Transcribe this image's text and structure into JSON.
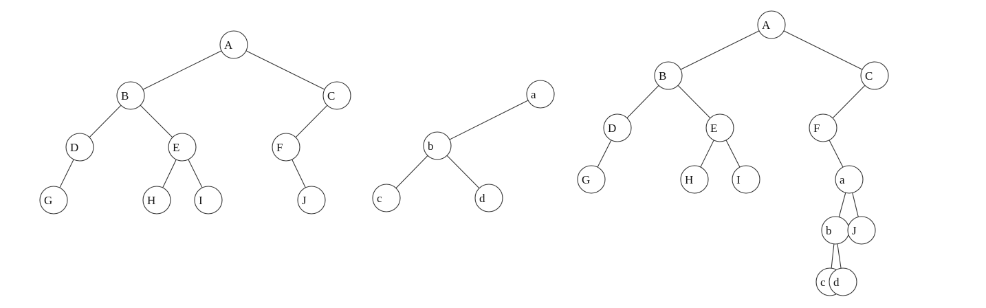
{
  "trees": [
    {
      "id": "tree-1",
      "nodes": [
        {
          "id": "A",
          "label": "A"
        },
        {
          "id": "B",
          "label": "B"
        },
        {
          "id": "C",
          "label": "C"
        },
        {
          "id": "D",
          "label": "D"
        },
        {
          "id": "E",
          "label": "E"
        },
        {
          "id": "F",
          "label": "F"
        },
        {
          "id": "G",
          "label": "G"
        },
        {
          "id": "H",
          "label": "H"
        },
        {
          "id": "I",
          "label": "I"
        },
        {
          "id": "J",
          "label": "J"
        }
      ],
      "edges": [
        [
          "A",
          "B"
        ],
        [
          "A",
          "C"
        ],
        [
          "B",
          "D"
        ],
        [
          "B",
          "E"
        ],
        [
          "D",
          "G"
        ],
        [
          "E",
          "H"
        ],
        [
          "E",
          "I"
        ],
        [
          "C",
          "F"
        ],
        [
          "F",
          "J"
        ]
      ]
    },
    {
      "id": "tree-2",
      "nodes": [
        {
          "id": "a",
          "label": "a"
        },
        {
          "id": "b",
          "label": "b"
        },
        {
          "id": "c",
          "label": "c"
        },
        {
          "id": "d",
          "label": "d"
        }
      ],
      "edges": [
        [
          "a",
          "b"
        ],
        [
          "b",
          "c"
        ],
        [
          "b",
          "d"
        ]
      ]
    },
    {
      "id": "tree-3",
      "nodes": [
        {
          "id": "A",
          "label": "A"
        },
        {
          "id": "B",
          "label": "B"
        },
        {
          "id": "C",
          "label": "C"
        },
        {
          "id": "D",
          "label": "D"
        },
        {
          "id": "E",
          "label": "E"
        },
        {
          "id": "F",
          "label": "F"
        },
        {
          "id": "G",
          "label": "G"
        },
        {
          "id": "H",
          "label": "H"
        },
        {
          "id": "I",
          "label": "I"
        },
        {
          "id": "a",
          "label": "a"
        },
        {
          "id": "b",
          "label": "b"
        },
        {
          "id": "J",
          "label": "J"
        },
        {
          "id": "c",
          "label": "c"
        },
        {
          "id": "d",
          "label": "d"
        }
      ],
      "edges": [
        [
          "A",
          "B"
        ],
        [
          "A",
          "C"
        ],
        [
          "B",
          "D"
        ],
        [
          "B",
          "E"
        ],
        [
          "D",
          "G"
        ],
        [
          "E",
          "H"
        ],
        [
          "E",
          "I"
        ],
        [
          "C",
          "F"
        ],
        [
          "F",
          "a"
        ],
        [
          "a",
          "b"
        ],
        [
          "a",
          "J"
        ],
        [
          "b",
          "c"
        ],
        [
          "b",
          "d"
        ]
      ]
    }
  ]
}
